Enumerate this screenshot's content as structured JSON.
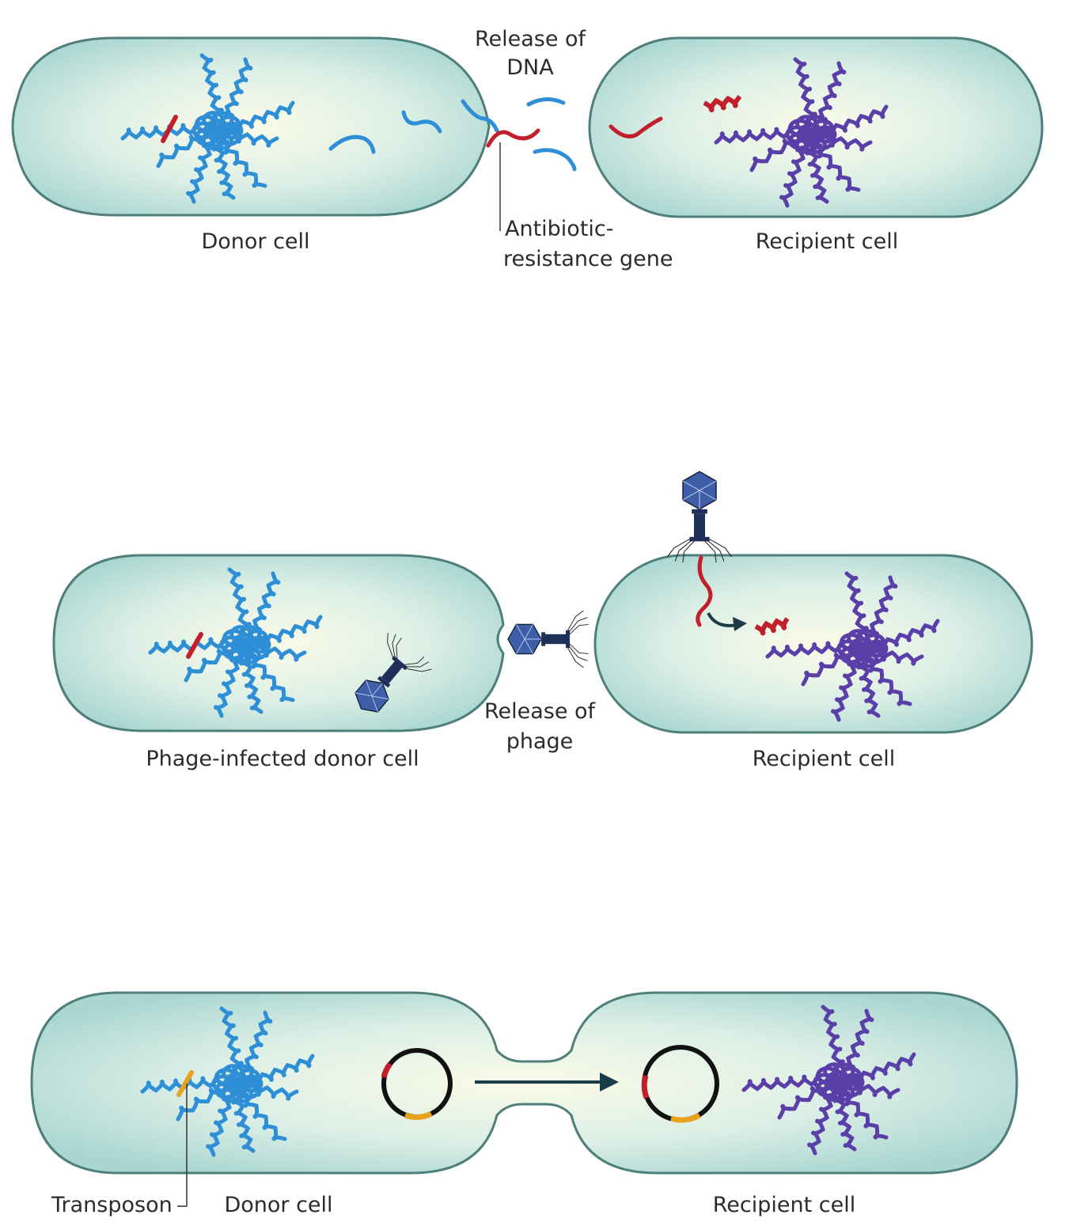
{
  "panels": [
    {
      "id": "transformation",
      "labels": {
        "donor": "Donor cell",
        "recipient": "Recipient cell",
        "release": [
          "Release of",
          "DNA"
        ],
        "gene": [
          "Antibiotic-",
          "resistance gene"
        ]
      }
    },
    {
      "id": "transduction",
      "labels": {
        "donor": "Phage-infected donor cell",
        "recipient": "Recipient cell",
        "release": [
          "Release of",
          "phage"
        ]
      }
    },
    {
      "id": "conjugation",
      "labels": {
        "donor": "Donor cell",
        "recipient": "Recipient cell",
        "transposon": "Transposon"
      }
    }
  ],
  "colors": {
    "cell_fill": "#a9d6d1",
    "cell_center": "#fbfbe8",
    "cell_stroke": "#4e7f7a",
    "donor_dna": "#2e8fd6",
    "recipient_dna": "#5a3fa8",
    "resistance_gene": "#c21f2c",
    "transposon": "#e8a21f",
    "phage": "#1e2f5a",
    "phage_head": "#3f5ea8",
    "plasmid": "#111111"
  }
}
